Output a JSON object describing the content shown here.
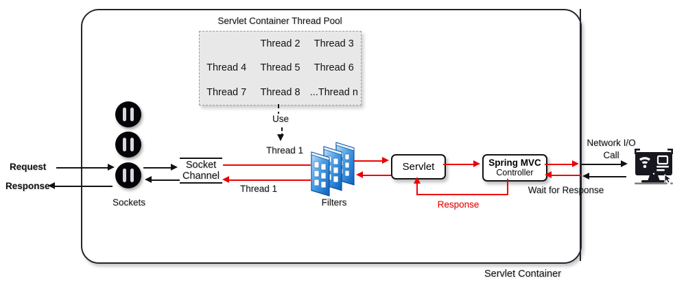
{
  "diagram": {
    "container_label": "Servlet Container",
    "boundary_color": "#20232c"
  },
  "thread_pool": {
    "title": "Servlet Container Thread Pool",
    "cells": [
      "",
      "Thread 2",
      "Thread 3",
      "Thread 4",
      "Thread 5",
      "Thread 6",
      "Thread  7",
      "Thread 8",
      "...Thread n"
    ],
    "fill_color": "#e8e8e8",
    "border_color": "#9b9b9b"
  },
  "flow": {
    "request_label": "Request",
    "response_label": "Response",
    "sockets_label": "Sockets",
    "socket_channel_label_line1": "Socket",
    "socket_channel_label_line2": "Channel",
    "use_label": "Use",
    "thread_in_label": "Thread 1",
    "thread_out_label": "Thread 1",
    "filters_label": "Filters",
    "servlet_label": "Servlet",
    "spring_mvc_label": "Spring MVC",
    "spring_mvc_sublabel": "Controller",
    "response_red_label": "Response",
    "wait_for_response_label": "Wait for Response",
    "network_io_label_line1": "Network I/O",
    "network_io_label_line2": "Call"
  },
  "icons": {
    "socket": "socket-icon",
    "filters": "filters-icon",
    "monitor": "remote-server-monitor-icon"
  },
  "colors": {
    "request_flow": "#111111",
    "thread_flow": "#ee0000",
    "filters_blue": "#2f8ede"
  }
}
